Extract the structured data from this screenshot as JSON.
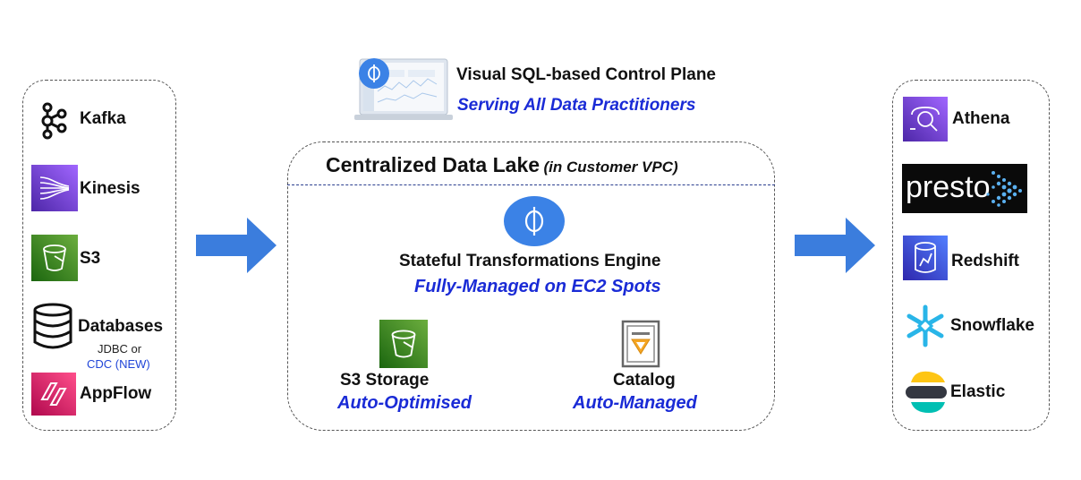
{
  "sources": {
    "kafka": "Kafka",
    "kinesis": "Kinesis",
    "s3": "S3",
    "databases": "Databases",
    "jdbc": "JDBC or",
    "cdc": "CDC (NEW)",
    "appflow": "AppFlow"
  },
  "control_plane": {
    "title": "Visual SQL-based Control Plane",
    "subtitle": "Serving All Data Practitioners"
  },
  "lake": {
    "title": "Centralized Data Lake",
    "title_note": "(in Customer VPC)",
    "engine_title": "Stateful Transformations Engine",
    "engine_subtitle": "Fully-Managed on EC2 Spots",
    "storage_title": "S3 Storage",
    "storage_subtitle": "Auto-Optimised",
    "catalog_title": "Catalog",
    "catalog_subtitle": "Auto-Managed"
  },
  "destinations": {
    "athena": "Athena",
    "presto": "presto",
    "redshift": "Redshift",
    "snowflake": "Snowflake",
    "elastic": "Elastic"
  },
  "colors": {
    "arrow": "#3b7ddd",
    "accent_blue": "#1a2bd6",
    "upsolver_blue": "#3b82e6",
    "kinesis_purple": "#7b3fe4",
    "s3_green": "#3f8624",
    "appflow_pink": "#d6246e",
    "athena_purple": "#6d37c9",
    "redshift_blue": "#3a4fd6",
    "snowflake_cyan": "#29b5e8"
  }
}
